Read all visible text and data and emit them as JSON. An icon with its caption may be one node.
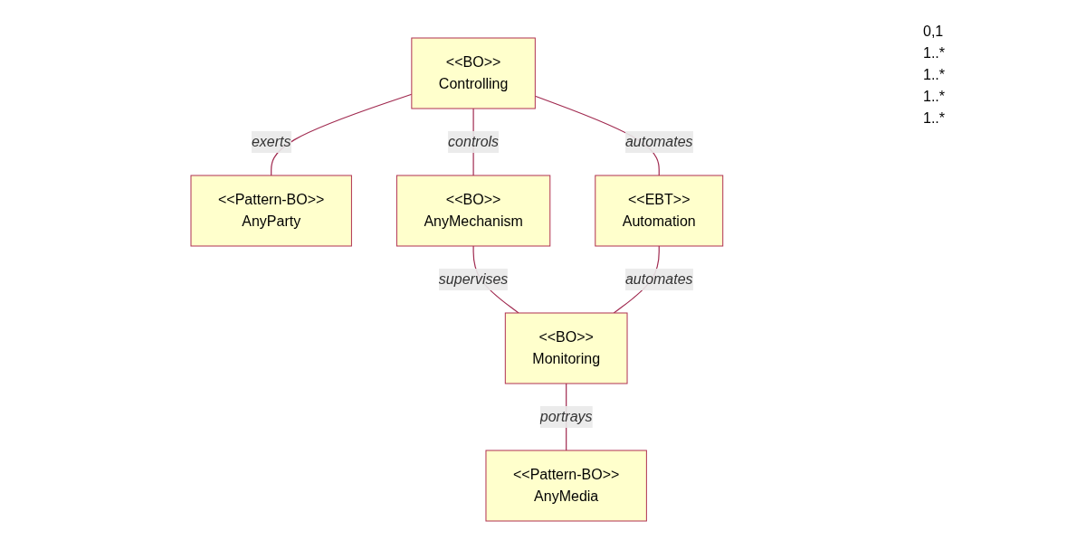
{
  "diagram": {
    "nodes": [
      {
        "text": [
          "<<BO>>",
          "Controlling"
        ]
      },
      {
        "text": [
          "<<Pattern-BO>>",
          "AnyParty"
        ]
      },
      {
        "text": [
          "<<BO>>",
          "AnyMechanism"
        ]
      },
      {
        "text": [
          "<<EBT>>",
          "Automation"
        ]
      },
      {
        "text": [
          "<<BO>>",
          "Monitoring"
        ]
      },
      {
        "text": [
          "<<Pattern-BO>>",
          "AnyMedia"
        ]
      }
    ],
    "edges": [
      {
        "from": 0,
        "to": 1,
        "arrow": "none",
        "label": "exerts"
      },
      {
        "from": 0,
        "to": 2,
        "arrow": "none",
        "label": "controls"
      },
      {
        "from": 0,
        "to": 3,
        "arrow": "none",
        "label": "automates"
      },
      {
        "from": 2,
        "to": 4,
        "arrow": "none",
        "label": "supervises"
      },
      {
        "from": 3,
        "to": 4,
        "arrow": "none",
        "label": "automates"
      },
      {
        "from": 4,
        "to": 5,
        "arrow": "none",
        "label": "portrays"
      }
    ],
    "labels": [
      "0,1",
      "1..*",
      "1..*",
      "1..*",
      "1..*"
    ]
  }
}
